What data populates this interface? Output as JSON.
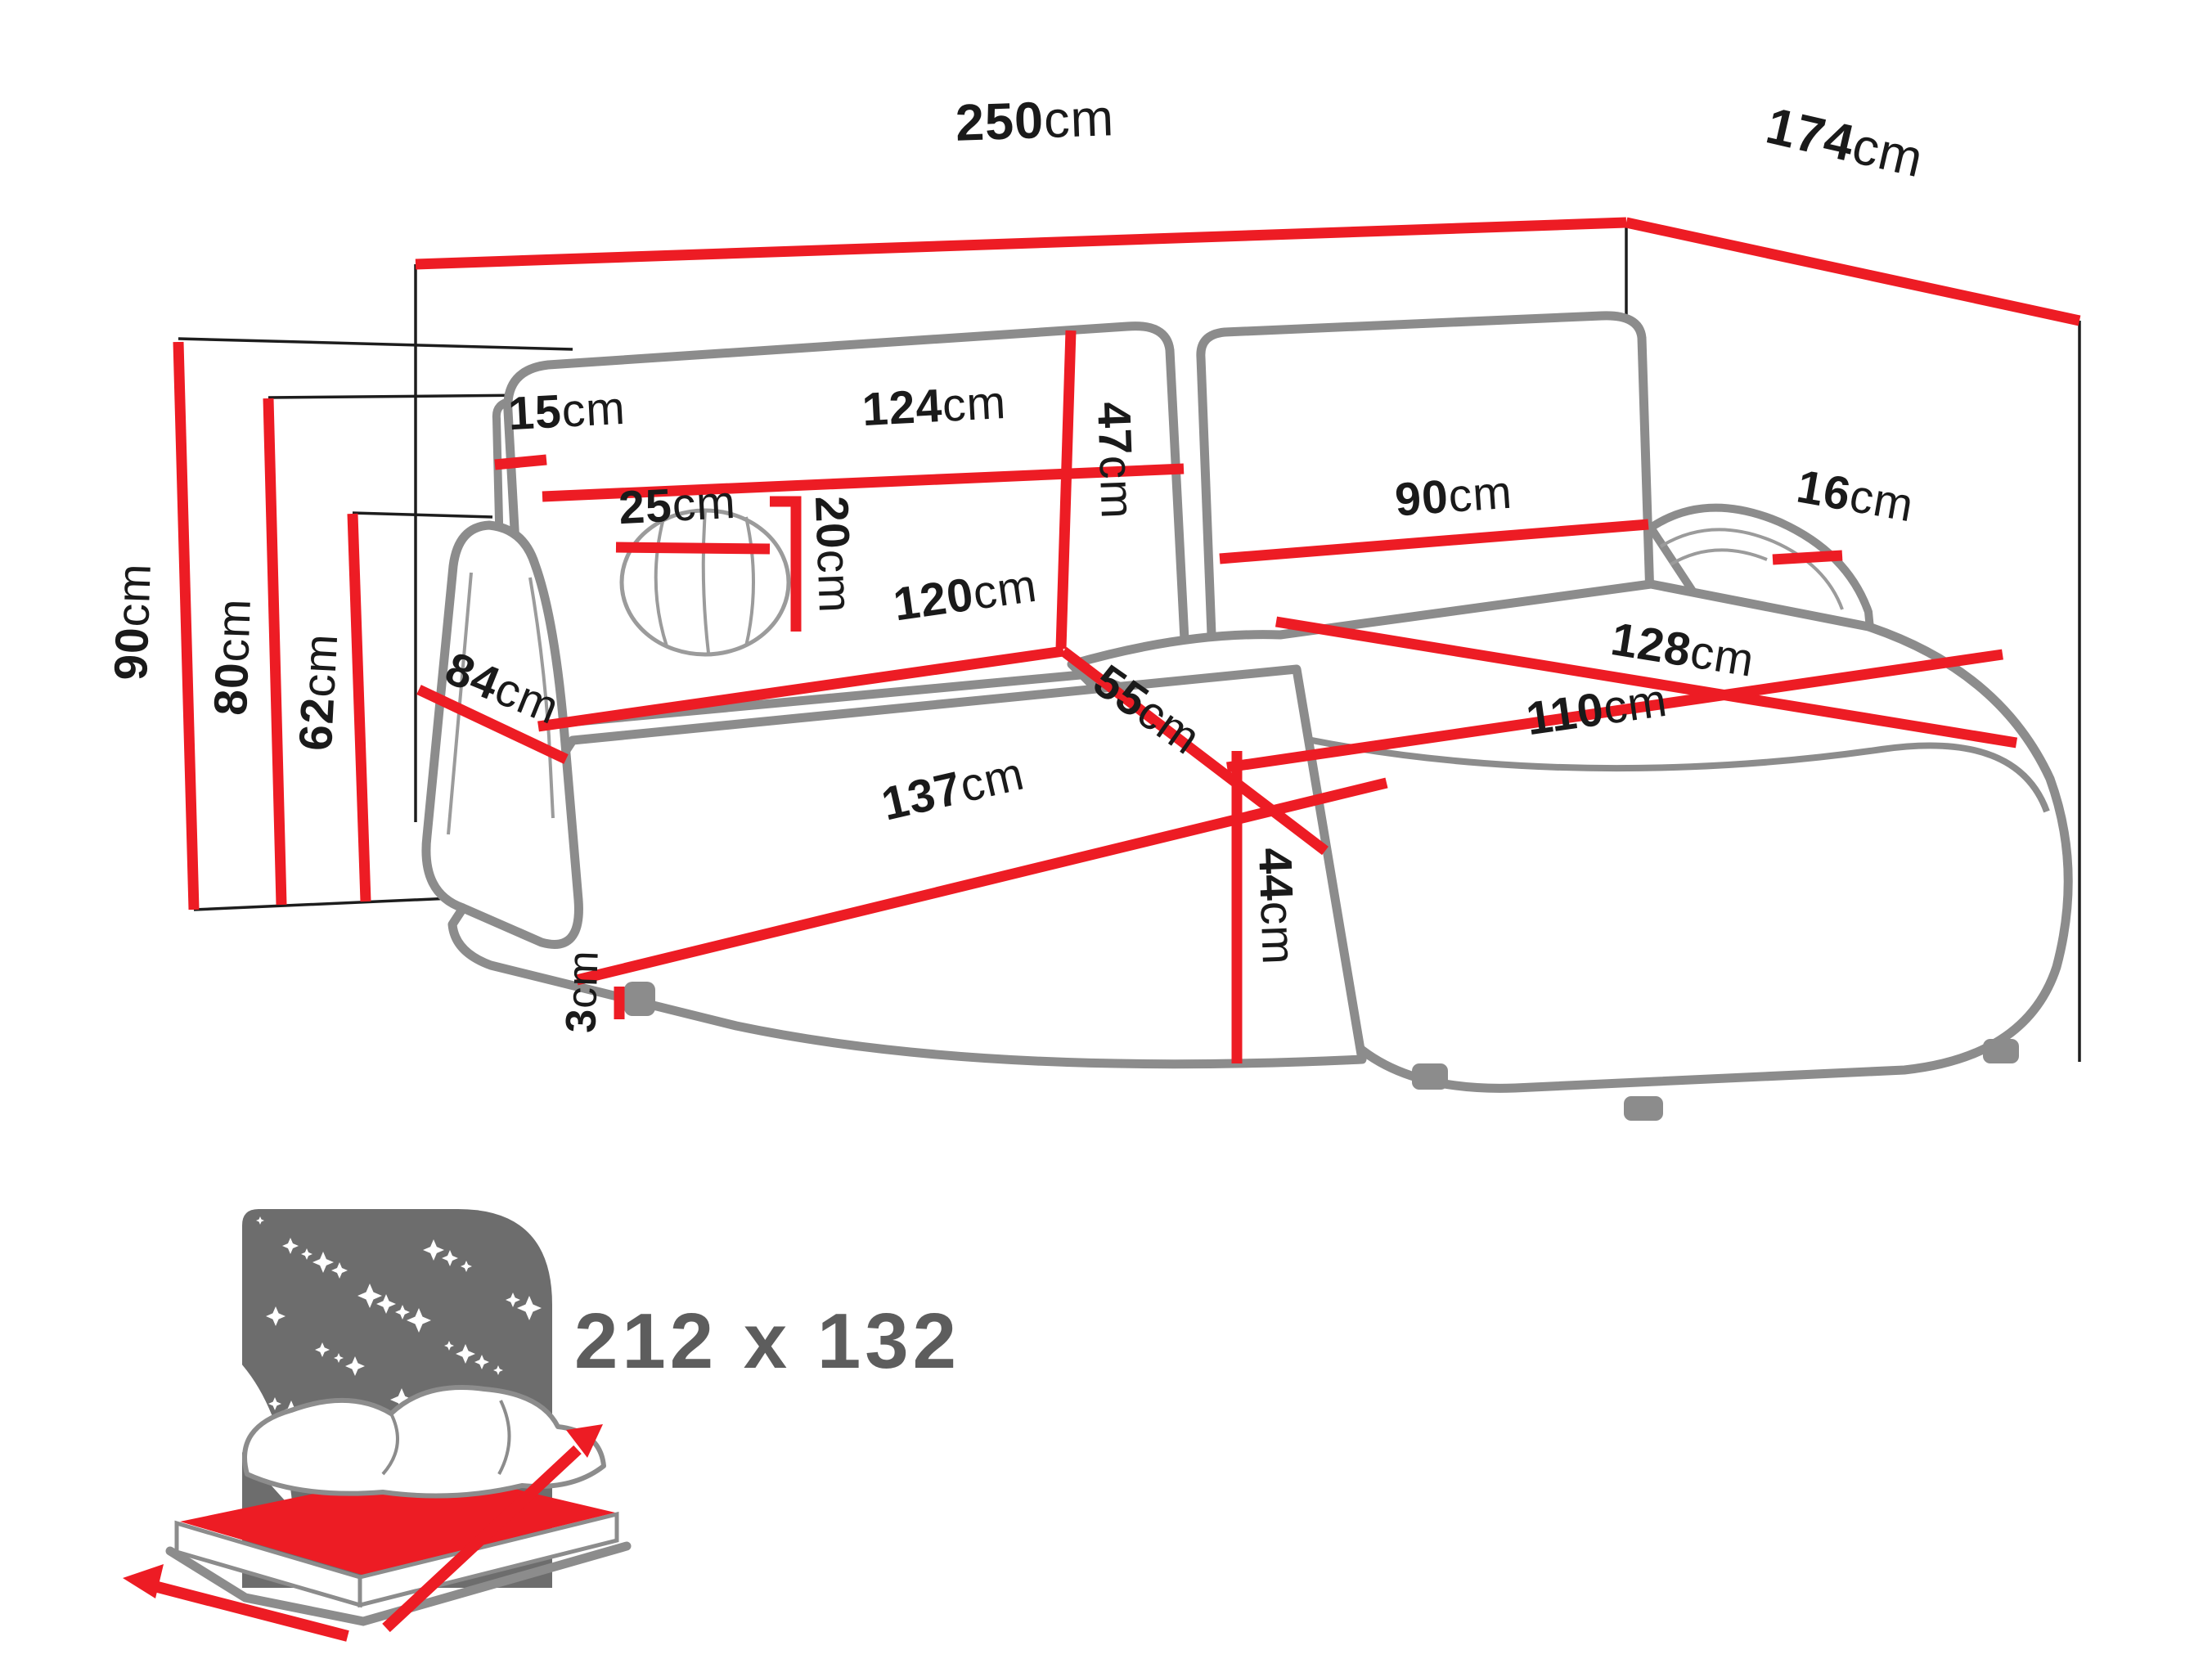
{
  "measurements": {
    "width_total": {
      "value": "250",
      "unit": "cm"
    },
    "depth_total": {
      "value": "174",
      "unit": "cm"
    },
    "height_total": {
      "value": "90",
      "unit": "cm"
    },
    "height_back": {
      "value": "80",
      "unit": "cm"
    },
    "height_armrest": {
      "value": "62",
      "unit": "cm"
    },
    "headrest_width": {
      "value": "15",
      "unit": "cm"
    },
    "backrest_width": {
      "value": "124",
      "unit": "cm"
    },
    "backrest_height": {
      "value": "47",
      "unit": "cm"
    },
    "pillow_width": {
      "value": "25",
      "unit": "cm"
    },
    "pillow_height": {
      "value": "20",
      "unit": "cm"
    },
    "seat_width": {
      "value": "120",
      "unit": "cm"
    },
    "corner_width": {
      "value": "55",
      "unit": "cm"
    },
    "right_backrest_width": {
      "value": "90",
      "unit": "cm"
    },
    "armrest_top_width": {
      "value": "16",
      "unit": "cm"
    },
    "chaise_length": {
      "value": "128",
      "unit": "cm"
    },
    "chaise_width": {
      "value": "110",
      "unit": "cm"
    },
    "armrest_depth": {
      "value": "84",
      "unit": "cm"
    },
    "front_width": {
      "value": "137",
      "unit": "cm"
    },
    "seat_height": {
      "value": "44",
      "unit": "cm"
    },
    "leg_height": {
      "value": "3",
      "unit": "cm"
    }
  },
  "sleeping_area": {
    "dimensions": "212 x 132"
  },
  "colors": {
    "dimension_red": "#ed1c24",
    "outline_gray": "#8c8c8c",
    "sky_gray": "#6d6d6d",
    "text_black": "#1a1a1a",
    "text_gray": "#5d5d5d"
  }
}
